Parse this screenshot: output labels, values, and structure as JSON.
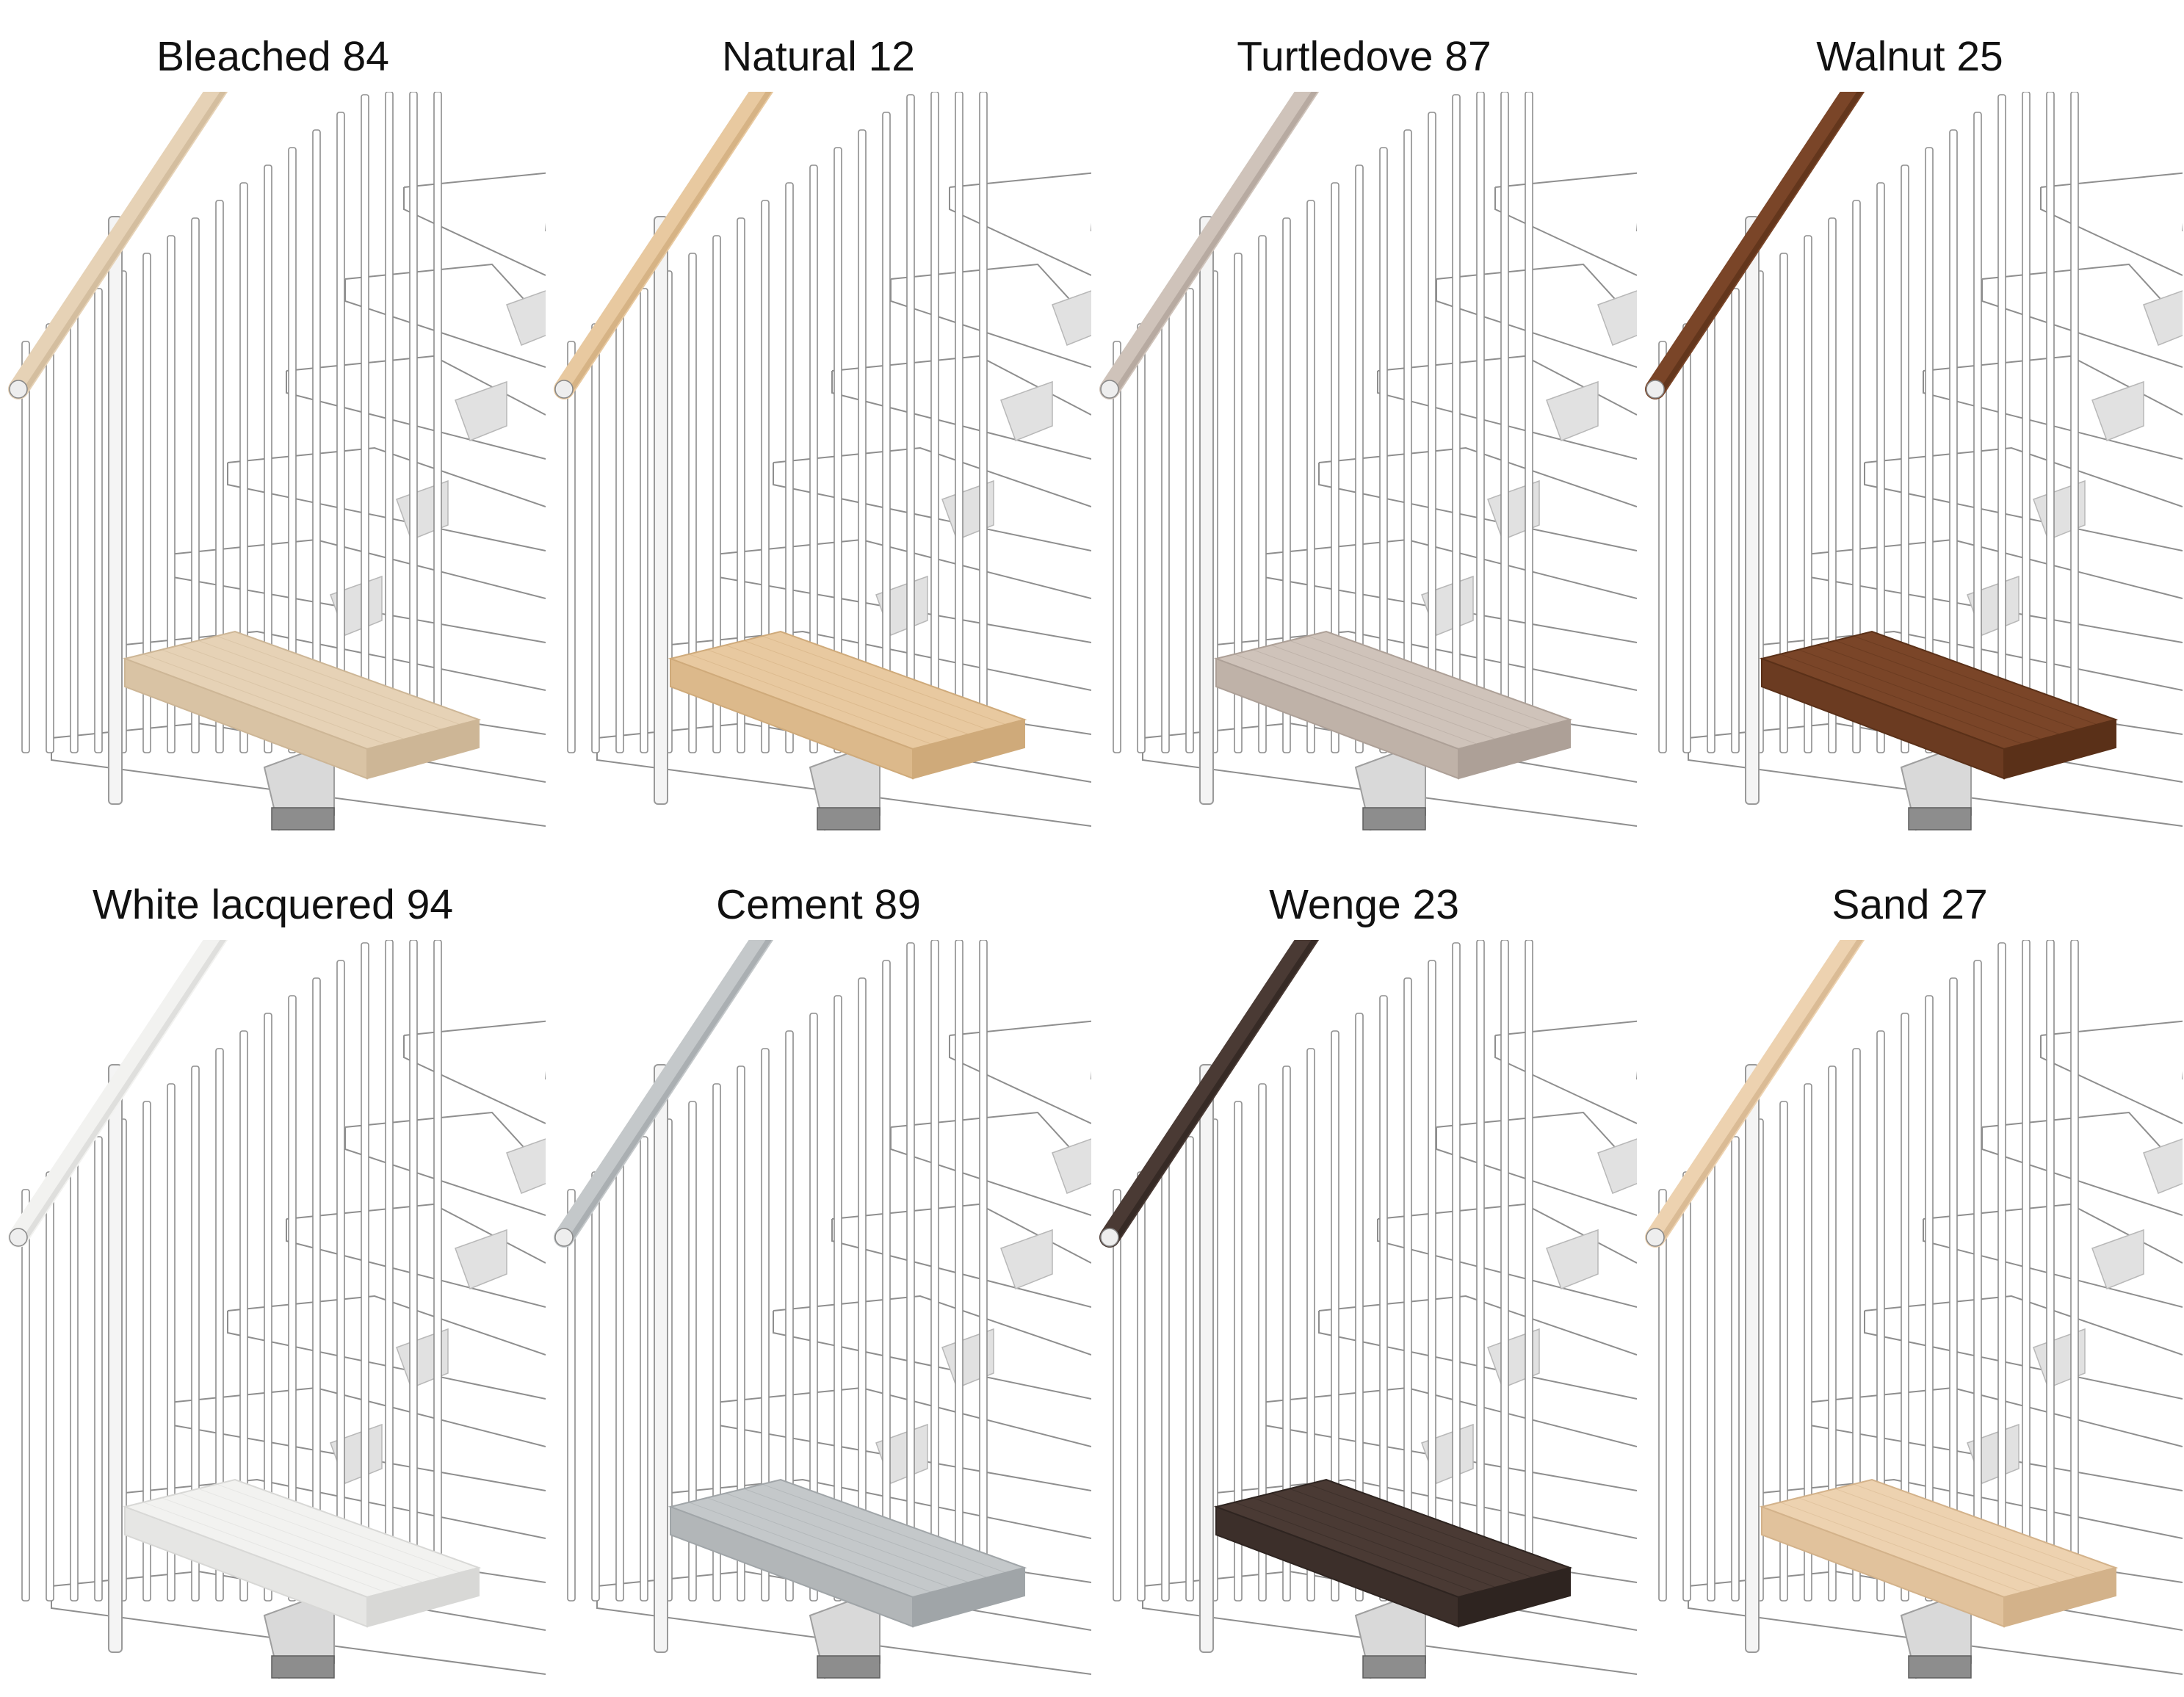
{
  "finishes": [
    {
      "label": "Bleached 84",
      "color": "#e6d2b6",
      "shade": "#cdb696",
      "side": "#d9c3a4"
    },
    {
      "label": "Natural 12",
      "color": "#e8c9a0",
      "shade": "#cfaa7a",
      "side": "#dcb98b"
    },
    {
      "label": "Turtledove 87",
      "color": "#cfc3ba",
      "shade": "#ada097",
      "side": "#bfb2a8"
    },
    {
      "label": "Walnut 25",
      "color": "#7a4528",
      "shade": "#5a3018",
      "side": "#6b3b21"
    },
    {
      "label": "White lacquered 94",
      "color": "#f2f2f0",
      "shade": "#d8d8d6",
      "side": "#e6e6e4"
    },
    {
      "label": "Cement 89",
      "color": "#c4c8ca",
      "shade": "#a0a5a8",
      "side": "#b2b6b8"
    },
    {
      "label": "Wenge 23",
      "color": "#4a3a34",
      "shade": "#2e2420",
      "side": "#3c2f2a"
    },
    {
      "label": "Sand 27",
      "color": "#edd2b0",
      "shade": "#d3b28a",
      "side": "#e1c29c"
    }
  ]
}
